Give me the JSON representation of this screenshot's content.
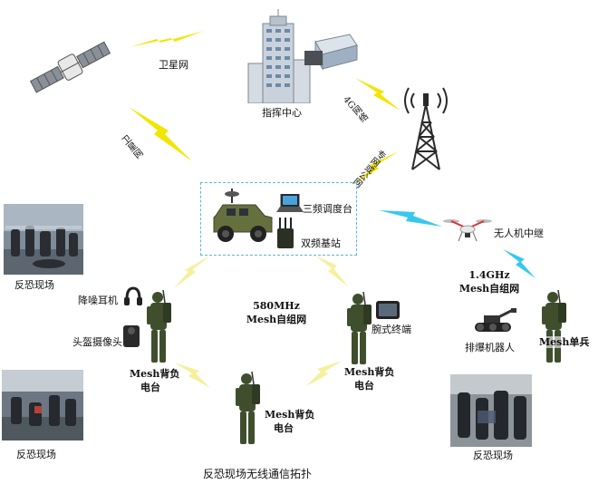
{
  "labels": {
    "satellite_net": "卫星网",
    "satellite_net_vertical": "卫星网",
    "command_center": "指挥中心",
    "net_4g": "4G网络",
    "private_net": "专网或公网",
    "tri_band_console": "三频调度台",
    "dual_band_base": "双频基站",
    "uav_relay": "无人机中继",
    "mesh_14_line1": "1.4GHz",
    "mesh_14_line2": "Mesh自组网",
    "mesh_580_line1": "580MHz",
    "mesh_580_line2": "Mesh自组网",
    "noise_headset": "降噪耳机",
    "helmet_camera": "头盔摄像头",
    "wrist_terminal": "腕式终端",
    "mesh_backpack_left_1": "Mesh背负",
    "mesh_backpack_left_2": "电台",
    "mesh_backpack_mid_1": "Mesh背负",
    "mesh_backpack_mid_2": "电台",
    "mesh_backpack_right_1": "Mesh背负",
    "mesh_backpack_right_2": "电台",
    "eod_robot": "排爆机器人",
    "mesh_soldier": "Mesh单兵",
    "scene_top_left": "反恐现场",
    "scene_mid_left": "反恐现场",
    "scene_right": "反恐现场",
    "caption": "反恐现场无线通信拓扑"
  },
  "colors": {
    "lightning_yellow": "#f2e600",
    "lightning_cyan": "#38c8ee",
    "dashed_box": "#5bb8d9",
    "soldier": "#3f4f2e"
  }
}
